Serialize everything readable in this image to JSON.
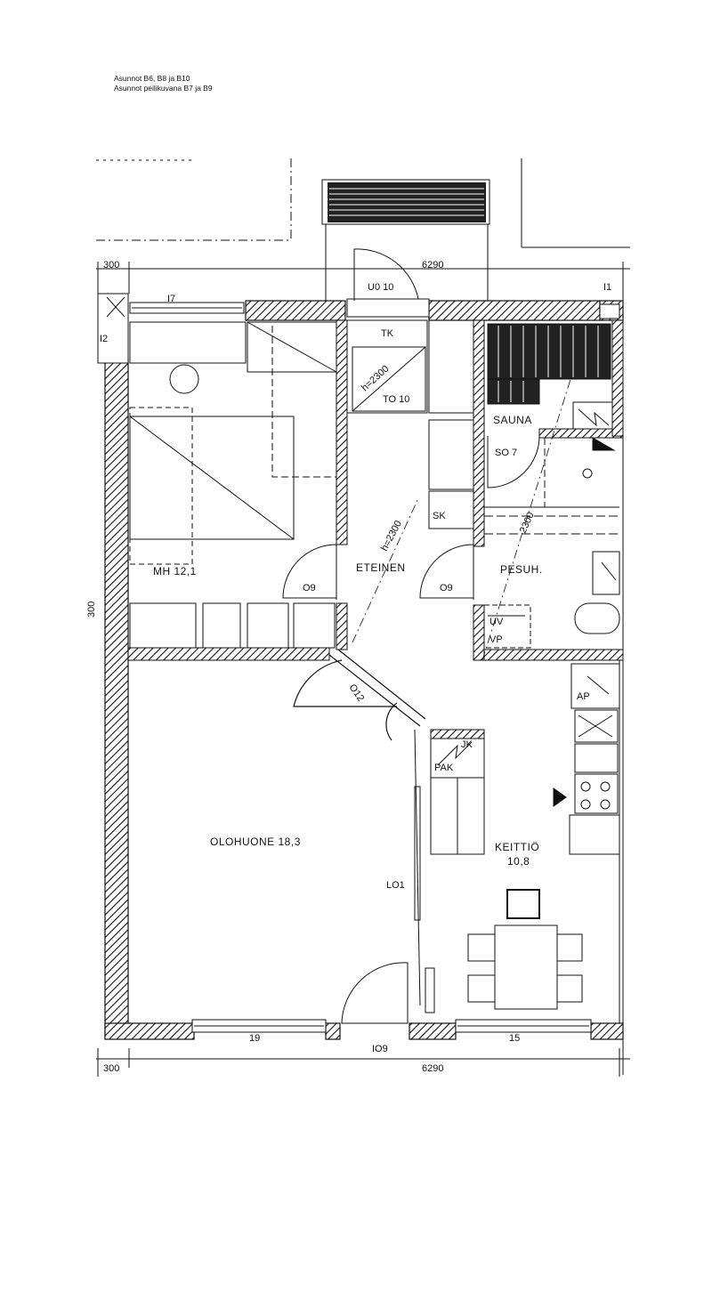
{
  "caption": {
    "line1": "Asunnot B6, B8 ja B10",
    "line2": "Asunnot peilikuvana B7 ja B9"
  },
  "dimensions": {
    "top_left": "300",
    "top_total": "6290",
    "bottom_left": "300",
    "bottom_total": "6290",
    "left_side": "300"
  },
  "windows": {
    "top_left": "I7",
    "top_right": "I1",
    "left": "I2",
    "bottom_left": "19",
    "bottom_right": "15"
  },
  "rooms": {
    "bedroom": "MH 12,1",
    "hall": "ETEINEN",
    "living": "OLOHUONE 18,3",
    "kitchen": "KEITTIÖ",
    "kitchen_area": "10,8",
    "sauna": "SAUNA",
    "bathroom": "PESUH."
  },
  "doors": {
    "entrance": "U0 10",
    "closet": "TO 10",
    "bedroom": "O9",
    "bathroom": "O9",
    "sauna": "SO 7",
    "living": "O12",
    "balcony": "LO1",
    "terrace": "IO9"
  },
  "fixtures": {
    "tk": "TK",
    "sk": "SK",
    "pak": "PAK",
    "jk": "JK",
    "ap": "AP",
    "vp": "VP",
    "uv": "UV"
  },
  "heights": {
    "closet": "h=2300",
    "hall": "h=2300",
    "sauna": "2300"
  }
}
